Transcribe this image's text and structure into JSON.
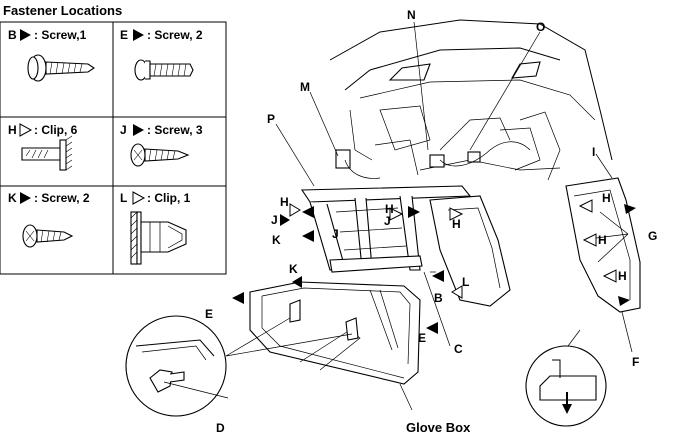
{
  "legend": {
    "title": "Fastener Locations",
    "items": [
      {
        "letter": "B",
        "marker": "solid",
        "text": ": Screw,1"
      },
      {
        "letter": "E",
        "marker": "solid",
        "text": ": Screw, 2"
      },
      {
        "letter": "H",
        "marker": "hollow",
        "text": ": Clip, 6"
      },
      {
        "letter": "J",
        "marker": "solid",
        "text": ": Screw, 3"
      },
      {
        "letter": "K",
        "marker": "solid",
        "text": ": Screw, 2"
      },
      {
        "letter": "L",
        "marker": "hollow",
        "text": ": Clip, 1"
      }
    ]
  },
  "callouts": {
    "N": "N",
    "O": "O",
    "M": "M",
    "P": "P",
    "I": "I",
    "H": "H",
    "J": "J",
    "K": "K",
    "B": "B",
    "E": "E",
    "L": "L",
    "C": "C",
    "G": "G",
    "F": "F",
    "D": "D"
  },
  "glove_box_label": "Glove Box",
  "marker_styles": {
    "solid": "filled-arrow",
    "hollow": "hollow-arrow"
  }
}
